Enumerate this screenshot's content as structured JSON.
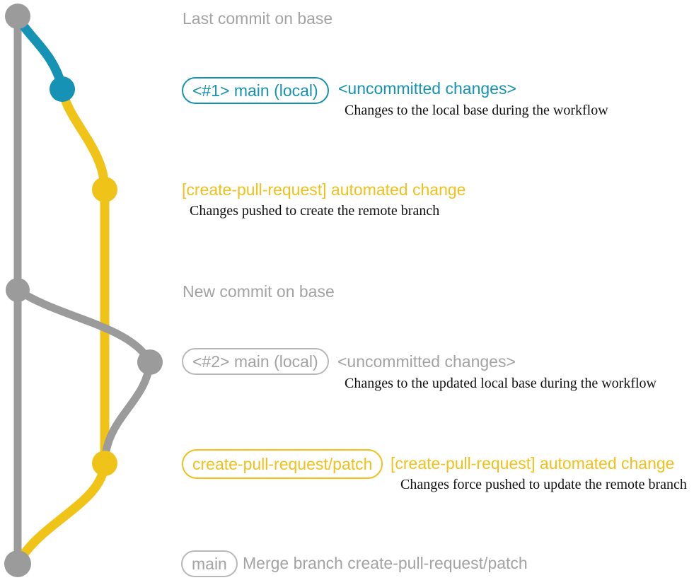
{
  "colors": {
    "teal": "#1692b4",
    "yellow": "#f0c319",
    "yellow_text": "#f0c01c",
    "gray_graph": "#9b9b9b",
    "gray_text": "#a3a3a3",
    "description_text": "#111111",
    "background": "#ffffff"
  },
  "graph": {
    "type": "git-commit-graph",
    "branches": [
      {
        "name": "base",
        "color": "#9b9b9b"
      },
      {
        "name": "main (local)",
        "color": "#1692b4"
      },
      {
        "name": "create-pull-request/patch",
        "color": "#f0c319"
      }
    ],
    "commits": [
      {
        "order": 1,
        "branch": "base",
        "color": "#9b9b9b",
        "annotation": "Last commit on base"
      },
      {
        "order": 2,
        "branch": "main (local)",
        "color": "#1692b4",
        "annotation": "<#1> main (local) <uncommitted changes>"
      },
      {
        "order": 3,
        "branch": "create-pull-request/patch",
        "color": "#f0c319",
        "annotation": "[create-pull-request] automated change"
      },
      {
        "order": 4,
        "branch": "base",
        "color": "#9b9b9b",
        "annotation": "New commit on base"
      },
      {
        "order": 5,
        "branch": "main (local)",
        "color": "#9b9b9b",
        "annotation": "<#2> main (local) <uncommitted changes>"
      },
      {
        "order": 6,
        "branch": "create-pull-request/patch",
        "color": "#f0c319",
        "annotation": "create-pull-request/patch [create-pull-request] automated change"
      },
      {
        "order": 7,
        "branch": "base",
        "color": "#9b9b9b",
        "annotation": "main — Merge branch create-pull-request/patch"
      }
    ]
  },
  "annotations": {
    "last_commit_label": "Last commit on base",
    "row_main_local_1": {
      "branch_pill": "<#1> main (local)",
      "status": "<uncommitted changes>",
      "description": "Changes to the local base during the workflow"
    },
    "row_automated_change_1": {
      "message": "[create-pull-request] automated change",
      "description": "Changes pushed to create the remote branch"
    },
    "new_commit_label": "New commit on base",
    "row_main_local_2": {
      "branch_pill": "<#2> main (local)",
      "status": "<uncommitted changes>",
      "description": "Changes to the updated local base during the workflow"
    },
    "row_patch_branch": {
      "branch_pill": "create-pull-request/patch",
      "message": "[create-pull-request] automated change",
      "description": "Changes force pushed to update the remote branch"
    },
    "row_merge": {
      "branch_pill": "main",
      "message": "Merge branch create-pull-request/patch"
    }
  }
}
